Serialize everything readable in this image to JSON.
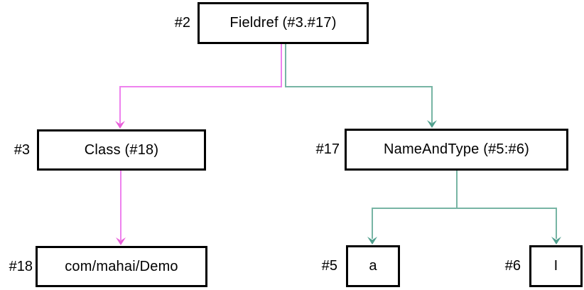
{
  "diagram": {
    "background_color": "#ffffff",
    "box_border_color": "#000000",
    "text_color": "#000000",
    "link_colors": {
      "violet": "#EE82EE",
      "teal": "#77B5A4"
    },
    "arrow_colors": {
      "violet": "#E95ED9",
      "teal": "#4F9F8D"
    },
    "nodes": {
      "n2": {
        "index_label": "#2",
        "text": "Fieldref (#3.#17)"
      },
      "n3": {
        "index_label": "#3",
        "text": "Class (#18)"
      },
      "n17": {
        "index_label": "#17",
        "text": "NameAndType (#5:#6)"
      },
      "n18": {
        "index_label": "#18",
        "text": "com/mahai/Demo"
      },
      "n5": {
        "index_label": "#5",
        "text": "a"
      },
      "n6": {
        "index_label": "#6",
        "text": "I"
      }
    },
    "edges": [
      {
        "from": "#2",
        "to": "#3",
        "color_name": "violet"
      },
      {
        "from": "#2",
        "to": "#17",
        "color_name": "teal"
      },
      {
        "from": "#3",
        "to": "#18",
        "color_name": "violet"
      },
      {
        "from": "#17",
        "to": "#5",
        "color_name": "teal"
      },
      {
        "from": "#17",
        "to": "#6",
        "color_name": "teal"
      }
    ]
  }
}
